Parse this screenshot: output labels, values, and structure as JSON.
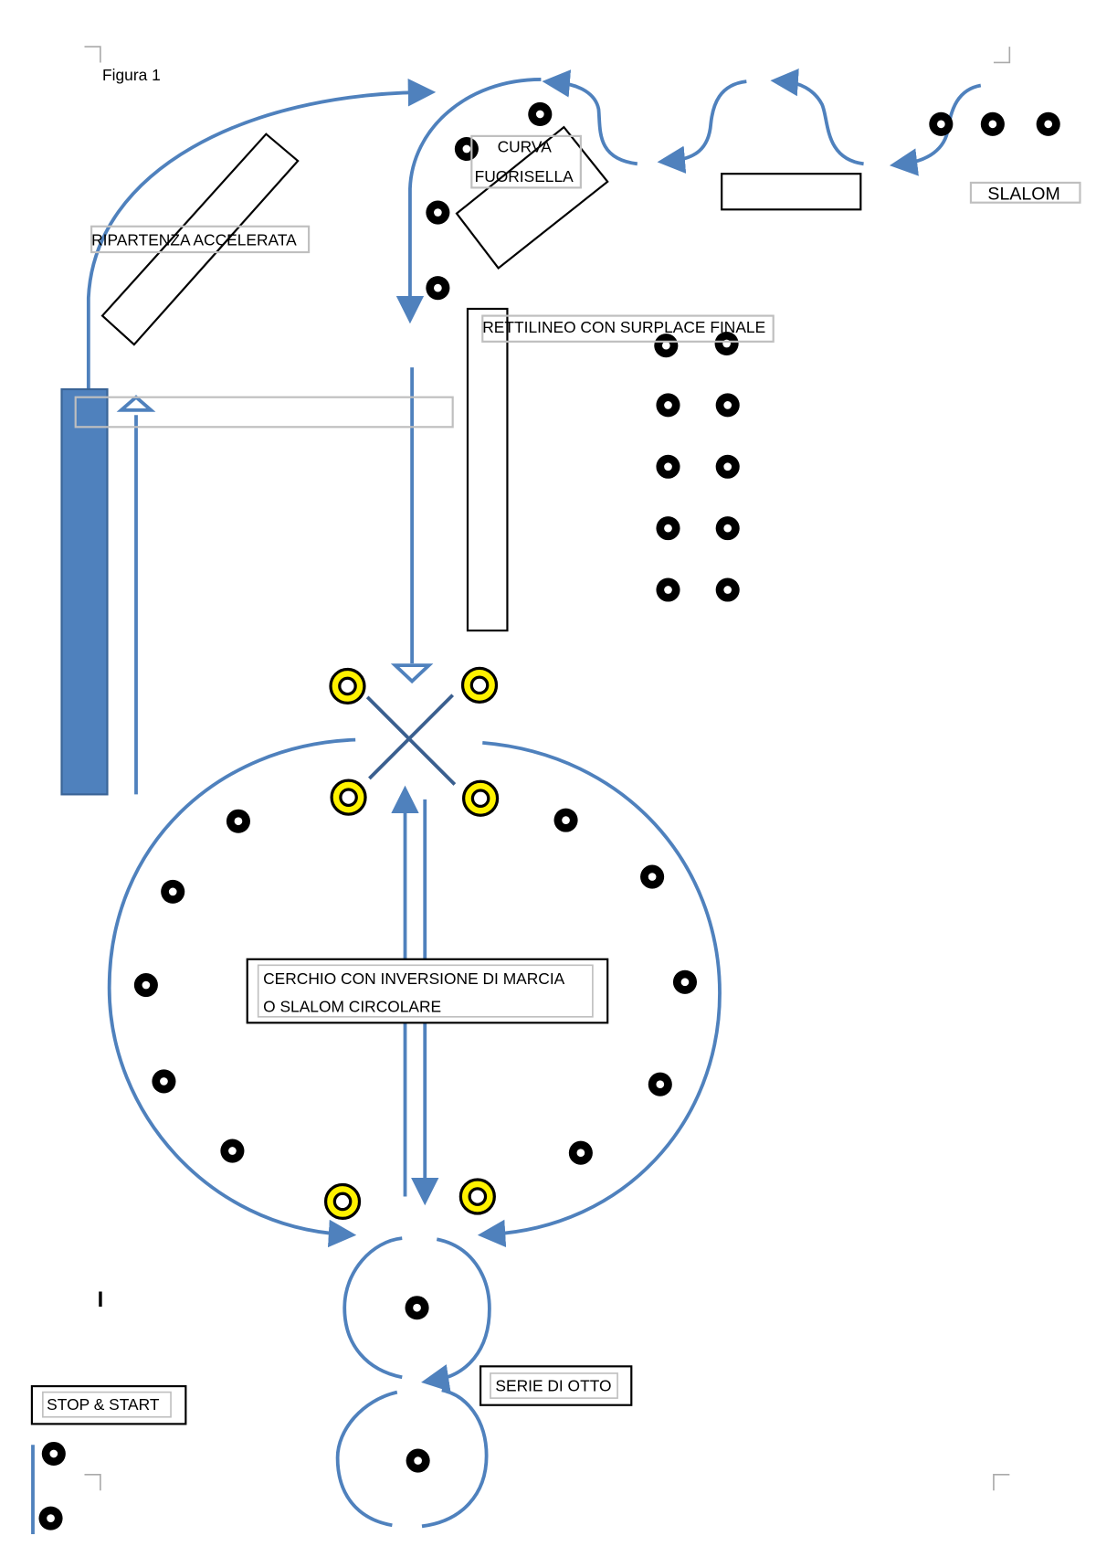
{
  "figure_label": "Figura 1",
  "labels": {
    "ripartenza": "RIPARTENZA ACCELERATA",
    "curva_1": "CURVA",
    "curva_2": "FUORISELLA",
    "slalom": "SLALOM",
    "rettilineo": "RETTILINEO CON SURPLACE FINALE",
    "cerchio_1": "CERCHIO CON INVERSIONE DI MARCIA",
    "cerchio_2": "O SLALOM CIRCOLARE",
    "otto": "SERIE DI OTTO",
    "stop": "STOP & START",
    "cursor": "I"
  },
  "colors": {
    "path": "#4F81BD",
    "cone": "#000000",
    "marker_yellow": "#FFF200",
    "box_gray": "#BFBFBF"
  }
}
